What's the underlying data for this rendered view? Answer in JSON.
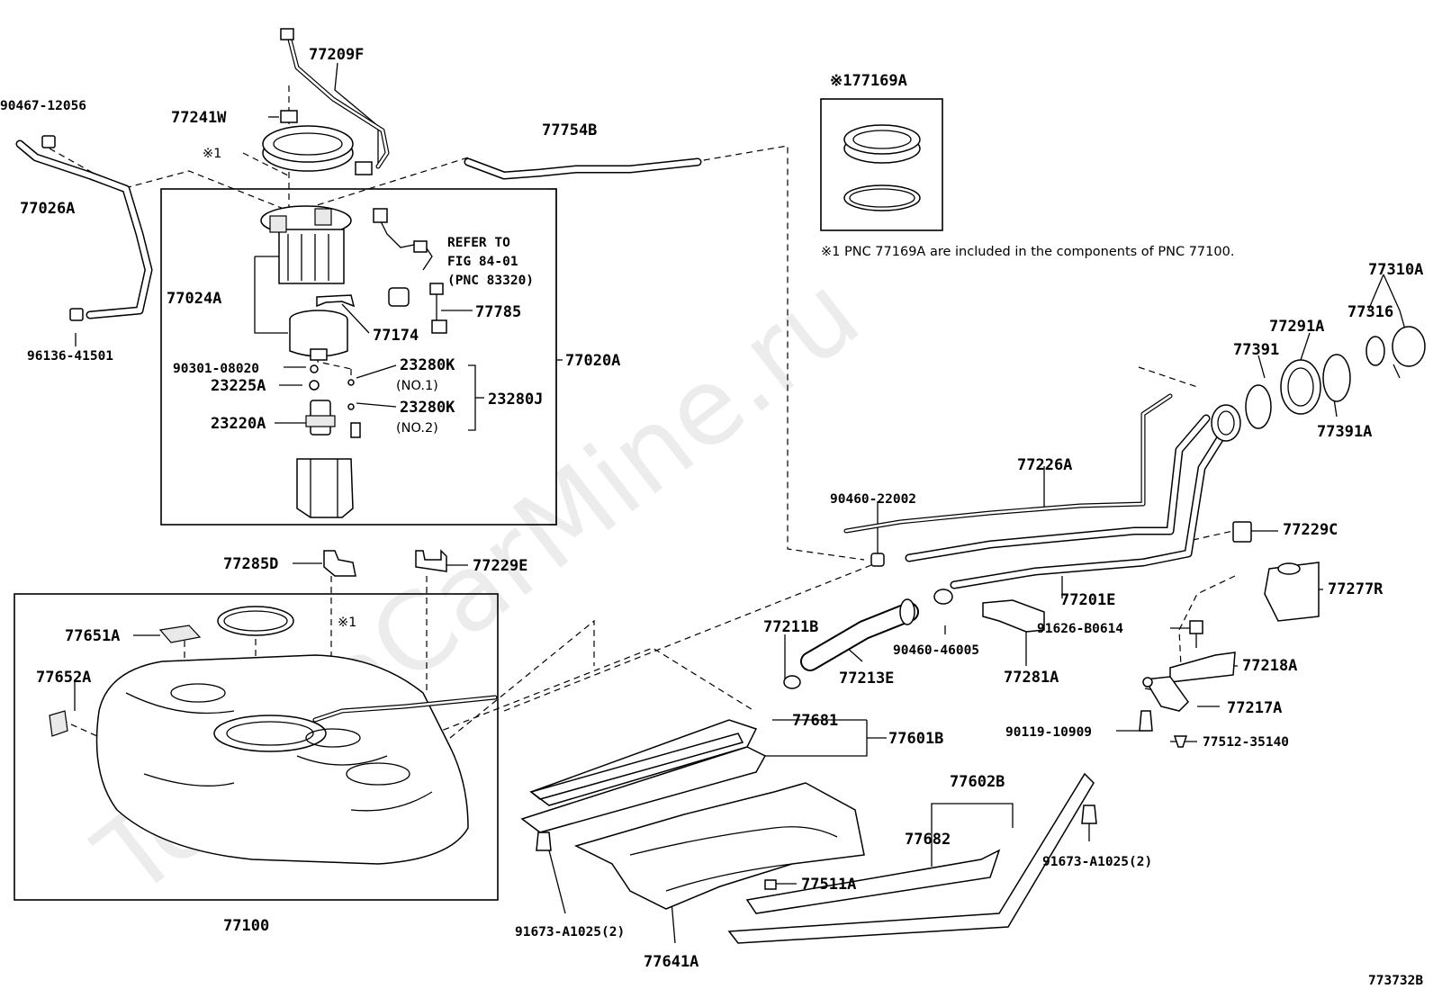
{
  "watermark": "ToyotaCarMine.ru",
  "diagram_id": "773732B",
  "note": "※1 PNC 77169A are included in the components of PNC 77100.",
  "refer": {
    "line1": "REFER TO",
    "line2": "FIG 84-01",
    "line3": "(PNC 83320)"
  },
  "labels": {
    "p77209F": "77209F",
    "p90467": "90467-12056",
    "p77241W": "77241W",
    "star1_top": "※1",
    "p77754B": "77754B",
    "p77026A": "77026A",
    "p77024A": "77024A",
    "p77174": "77174",
    "p77785": "77785",
    "p96136": "96136-41501",
    "p90301": "90301-08020",
    "p23280K_1": "23280K",
    "no1": "(NO.1)",
    "p77020A": "77020A",
    "p23225A": "23225A",
    "p23280K_2": "23280K",
    "no2": "(NO.2)",
    "p23280J": "23280J",
    "p23220A": "23220A",
    "p77169A": "※177169A",
    "p77310A": "77310A",
    "p77316": "77316",
    "p77291A": "77291A",
    "p77391": "77391",
    "p77391A": "77391A",
    "p77226A": "77226A",
    "p90460_22002": "90460-22002",
    "p77229C": "77229C",
    "p77285D": "77285D",
    "p77229E": "77229E",
    "p77201E": "77201E",
    "p77277R": "77277R",
    "p77651A": "77651A",
    "star1_mid": "※1",
    "p77211B": "77211B",
    "p91626": "91626-B0614",
    "p77652A": "77652A",
    "p77213E": "77213E",
    "p90460_46005": "90460-46005",
    "p77281A": "77281A",
    "p77218A": "77218A",
    "p77217A": "77217A",
    "p77681": "77681",
    "p77601B": "77601B",
    "p90119": "90119-10909",
    "p77512": "77512-35140",
    "p77602B": "77602B",
    "p77682": "77682",
    "p91673_right": "91673-A1025(2)",
    "p77511A": "77511A",
    "p77100": "77100",
    "p91673_left": "91673-A1025(2)",
    "p77641A": "77641A"
  }
}
